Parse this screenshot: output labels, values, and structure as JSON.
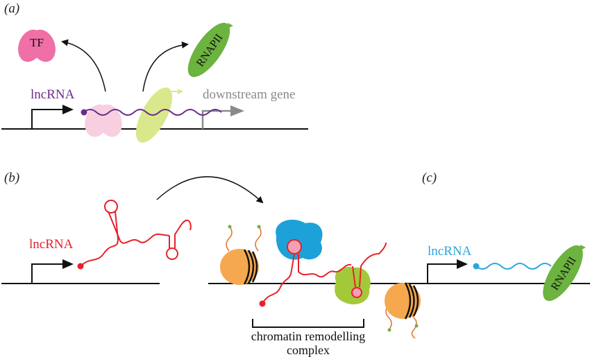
{
  "panels": {
    "a": {
      "label": "(a)"
    },
    "b": {
      "label": "(b)"
    },
    "c": {
      "label": "(c)"
    }
  },
  "a": {
    "lncrna_label": "lncRNA",
    "tf_label": "TF",
    "rnapii_label": "RNAPII",
    "downstream_label": "downstream gene"
  },
  "b": {
    "lncrna_label": "lncRNA",
    "complex_label_line1": "chromatin remodelling",
    "complex_label_line2": "complex"
  },
  "c": {
    "lncrna_label": "lncRNA",
    "rnapii_label": "RNAPII"
  },
  "colors": {
    "dna": "#111111",
    "lncrna_a": "#6a2b8c",
    "lncrna_b": "#e8202a",
    "lncrna_c": "#2aa6dd",
    "tf": "#ef6fa6",
    "tf_faded": "#f7cfe0",
    "rnapii": "#6cb33f",
    "rnapii_faded": "#d9e88a",
    "nucleosome": "#f6a84e",
    "remodeller_blue": "#1da1d9",
    "remodeller_green": "#a3c93a",
    "downstream": "#8a8a8a"
  }
}
